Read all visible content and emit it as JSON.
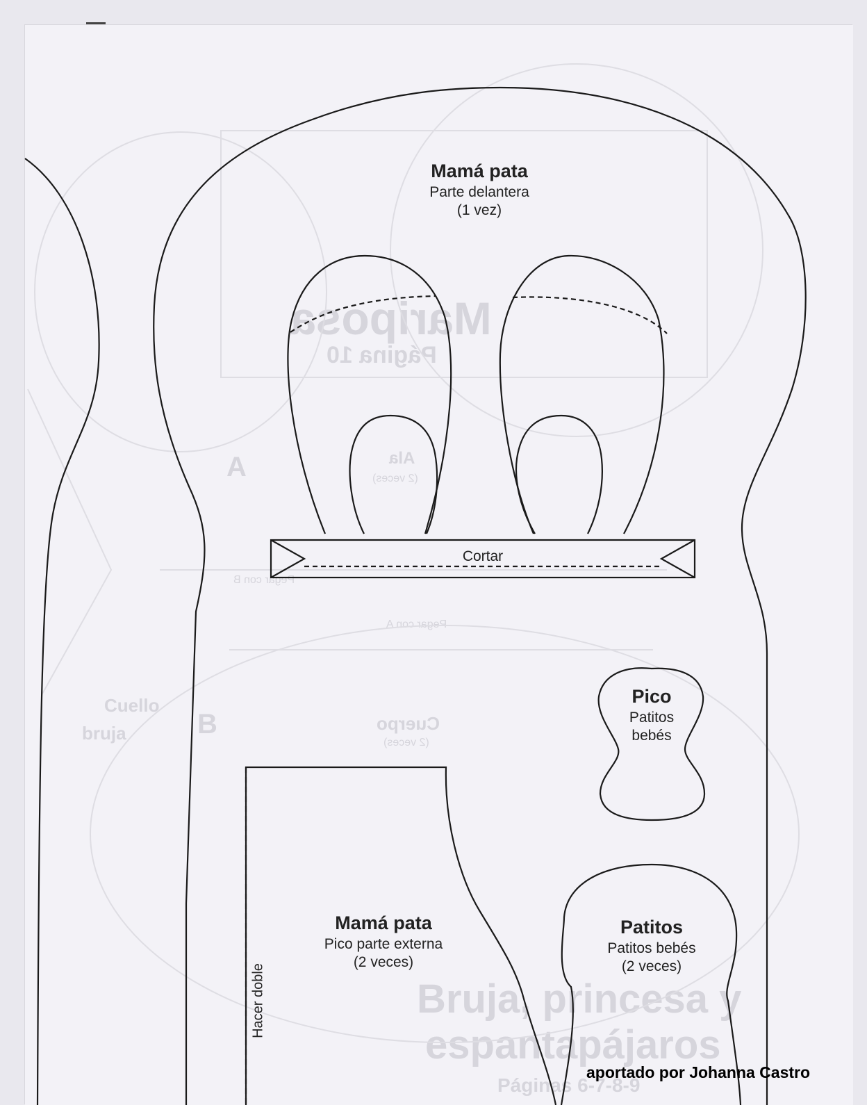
{
  "pieces": {
    "mama_front": {
      "title": "Mamá pata",
      "subtitle": "Parte delantera",
      "qty": "(1 vez)"
    },
    "cut_label": "Cortar",
    "pico": {
      "title": "Pico",
      "line1": "Patitos",
      "line2": "bebés"
    },
    "mama_beak": {
      "title": "Mamá pata",
      "subtitle": "Pico parte externa",
      "qty": "(2 veces)"
    },
    "patitos": {
      "title": "Patitos",
      "subtitle": "Patitos bebés",
      "qty": "(2 veces)"
    },
    "fold_label": "Hacer doble"
  },
  "background_ghost": {
    "butterfly": "Mariposa",
    "butterfly_page": "Página 10",
    "wing": "Ala",
    "wing_qty": "(2 veces)",
    "body": "Cuerpo",
    "body_qty": "(2 veces)",
    "glue_a": "Pegar con A",
    "glue_b": "Pegar con B",
    "letter_a": "A",
    "letter_b": "B",
    "collar": "Cuello",
    "witch": "bruja",
    "title1": "Bruja, princesa y",
    "title2": "espantapájaros",
    "pages": "Páginas 6-7-8-9"
  },
  "credit": "aportado por Johanna Castro",
  "colors": {
    "line": "#1a1a1a",
    "paper": "#f3f2f7",
    "ghost": "#d6d5dc"
  }
}
